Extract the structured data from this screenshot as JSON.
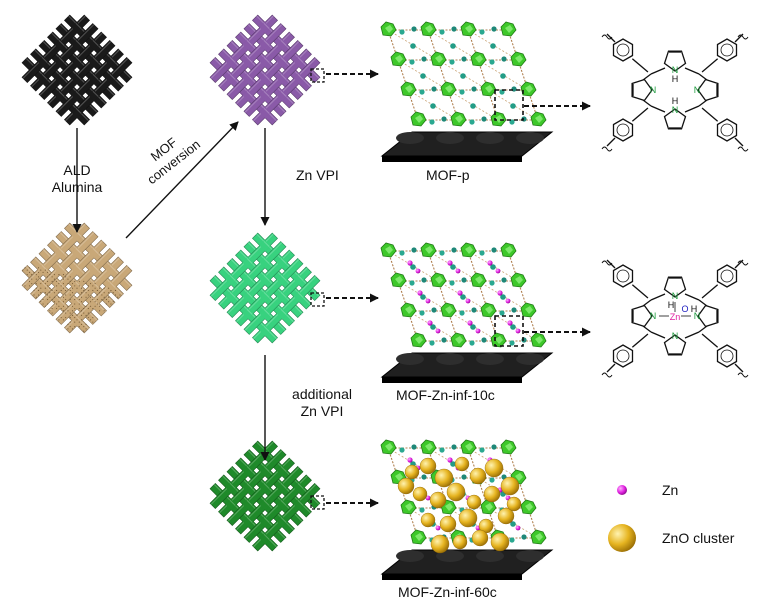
{
  "labels": {
    "ald_line1": "ALD",
    "ald_line2": "Alumina",
    "mof_conv_line1": "MOF",
    "mof_conv_line2": "conversion",
    "zn_vpi": "Zn VPI",
    "additional_line1": "additional",
    "additional_line2": "Zn VPI",
    "mof_p": "MOF-p",
    "mof_zn_10c": "MOF-Zn-inf-10c",
    "mof_zn_60c": "MOF-Zn-inf-60c"
  },
  "legend": {
    "zn": "Zn",
    "zno_cluster": "ZnO cluster"
  },
  "atoms": {
    "n": "N",
    "h": "H",
    "zn": "Zn",
    "o": "O",
    "oh_h": "H"
  },
  "colors": {
    "fabric_black": "#1a1a1a",
    "fabric_alumina": "#c9a878",
    "fabric_purple": "#8a5aa8",
    "fabric_light_green": "#38d27f",
    "fabric_dark_green": "#1f8a2a",
    "zn_atom": "#e020e0",
    "zno_cluster": "#e8b820",
    "nitrogen": "#1a9a3a",
    "zinc_label": "#e020a0",
    "oxygen": "#2020c0"
  }
}
